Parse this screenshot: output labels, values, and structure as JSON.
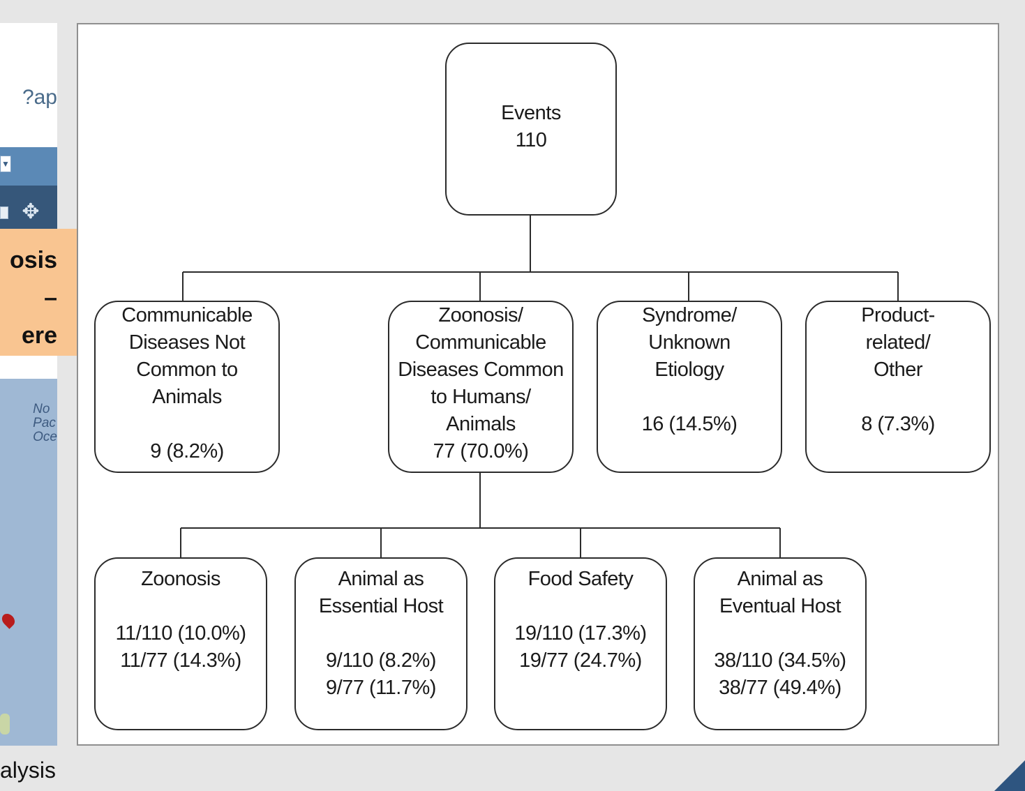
{
  "background_slide": {
    "question_fragment": "ap?",
    "callout_fragment": "osis –\nere in",
    "map_label_fragment": "No\nPac\nOce",
    "bottom_text_fragment": "alysis"
  },
  "diagram": {
    "root": {
      "label": "Events",
      "value": "110"
    },
    "level1": [
      {
        "label": "Communicable\nDiseases Not\nCommon to\nAnimals",
        "value": "9 (8.2%)"
      },
      {
        "label": "Zoonosis/\nCommunicable\nDiseases Common\nto Humans/\nAnimals",
        "value": "77 (70.0%)"
      },
      {
        "label": "Syndrome/\nUnknown\nEtiology",
        "value": "16 (14.5%)"
      },
      {
        "label": "Product-\nrelated/\nOther",
        "value": "8 (7.3%)"
      }
    ],
    "level2": [
      {
        "label": "Zoonosis",
        "value": "11/110 (10.0%)\n11/77 (14.3%)"
      },
      {
        "label": "Animal as\nEssential Host",
        "value": "9/110 (8.2%)\n9/77 (11.7%)"
      },
      {
        "label": "Food Safety",
        "value": "19/110 (17.3%)\n19/77 (24.7%)"
      },
      {
        "label": "Animal as\nEventual Host",
        "value": "38/110 (34.5%)\n38/77 (49.4%)"
      }
    ]
  },
  "colors": {
    "page_background": "#e6e6e6",
    "callout_background": "#f9c591",
    "toolbar_light": "#5b89b6",
    "toolbar_dark": "#36577a",
    "map_water": "#9fb8d4",
    "node_border": "#2b2b2b"
  }
}
